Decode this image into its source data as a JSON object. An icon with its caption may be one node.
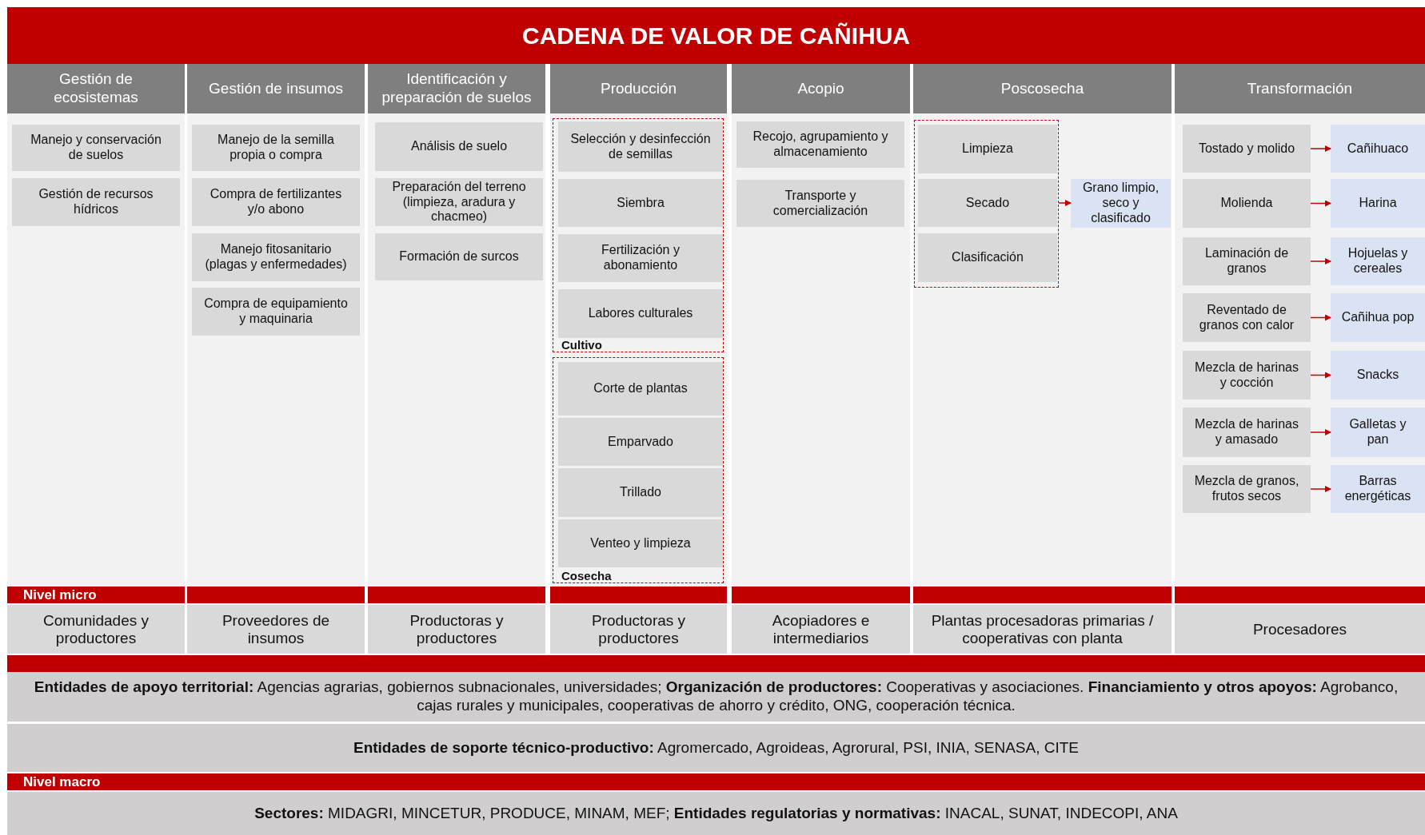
{
  "diagram": {
    "title": "CADENA DE VALOR DE CAÑIHUA",
    "nodes": [
      {
        "text": [
          "Gestión de ecosistemas"
        ]
      },
      {
        "text": [
          "Manejo y conservación de suelos"
        ],
        "in": 0
      },
      {
        "text": [
          "Gestión de recursos hídricos"
        ],
        "in": 0
      },
      {
        "text": [
          "Gestión de insumos"
        ]
      },
      {
        "text": [
          "Manejo de la semilla propia o compra"
        ],
        "in": 3
      },
      {
        "text": [
          "Compra de fertilizantes y/o abono"
        ],
        "in": 3
      },
      {
        "text": [
          "Manejo fitosanitario (plagas y enfermedades)"
        ],
        "in": 3
      },
      {
        "text": [
          "Compra de equipamiento y maquinaria"
        ],
        "in": 3
      },
      {
        "text": [
          "Identificación y preparación de suelos"
        ]
      },
      {
        "text": [
          "Análisis de suelo"
        ],
        "in": 8
      },
      {
        "text": [
          "Preparación del terreno (limpieza, aradura y chacmeo)"
        ],
        "in": 8
      },
      {
        "text": [
          "Formación de surcos"
        ],
        "in": 8
      },
      {
        "text": [
          "Producción"
        ]
      },
      {
        "text": [
          "Cultivo"
        ],
        "in": 12
      },
      {
        "text": [
          "Selección y desinfección de semillas"
        ],
        "in": 13
      },
      {
        "text": [
          "Siembra"
        ],
        "in": 13
      },
      {
        "text": [
          "Fertilización y abonamiento"
        ],
        "in": 13
      },
      {
        "text": [
          "Labores culturales"
        ],
        "in": 13
      },
      {
        "text": [
          "Cosecha"
        ],
        "in": 12
      },
      {
        "text": [
          "Corte de plantas"
        ],
        "in": 18
      },
      {
        "text": [
          "Emparvado"
        ],
        "in": 18
      },
      {
        "text": [
          "Trillado"
        ],
        "in": 18
      },
      {
        "text": [
          "Venteo y limpieza"
        ],
        "in": 18
      },
      {
        "text": [
          "Acopio"
        ]
      },
      {
        "text": [
          "Recojo, agrupamiento y almacenamiento"
        ],
        "in": 23
      },
      {
        "text": [
          "Transporte y comercialización"
        ],
        "in": 23
      },
      {
        "text": [
          "Poscosecha"
        ]
      },
      {
        "text": [],
        "shape": "box",
        "in": 26
      },
      {
        "text": [
          "Limpieza"
        ],
        "in": 27
      },
      {
        "text": [
          "Secado"
        ],
        "in": 27
      },
      {
        "text": [
          "Clasificación"
        ],
        "in": 27
      },
      {
        "text": [
          "Grano limpio, seco y clasificado"
        ],
        "in": 26
      },
      {
        "text": [
          "Transformación"
        ]
      },
      {
        "text": [
          "Tostado y molido"
        ],
        "in": 32
      },
      {
        "text": [
          "Cañihuaco"
        ],
        "in": 32
      },
      {
        "text": [
          "Molienda"
        ],
        "in": 32
      },
      {
        "text": [
          "Harina"
        ],
        "in": 32
      },
      {
        "text": [
          "Laminación de granos"
        ],
        "in": 32
      },
      {
        "text": [
          "Hojuelas y cereales"
        ],
        "in": 32
      },
      {
        "text": [
          "Reventado de granos con calor"
        ],
        "in": 32
      },
      {
        "text": [
          "Cañihua pop"
        ],
        "in": 32
      },
      {
        "text": [
          "Mezcla de harinas y cocción"
        ],
        "in": 32
      },
      {
        "text": [
          "Snacks"
        ],
        "in": 32
      },
      {
        "text": [
          "Mezcla de harinas y amasado"
        ],
        "in": 32
      },
      {
        "text": [
          "Galletas y pan"
        ],
        "in": 32
      },
      {
        "text": [
          "Mezcla de granos, frutos secos"
        ],
        "in": 32
      },
      {
        "text": [
          "Barras energéticas"
        ],
        "in": 32
      },
      {
        "text": [
          "Comunidades y productores"
        ]
      },
      {
        "text": [
          "Proveedores de insumos"
        ]
      },
      {
        "text": [
          "Productoras y productores"
        ]
      },
      {
        "text": [
          "Productoras y productores"
        ]
      },
      {
        "text": [
          "Acopiadores e intermediarios"
        ]
      },
      {
        "text": [
          "Plantas procesadoras primarias / cooperativas con planta"
        ]
      },
      {
        "text": [
          "Procesadores"
        ]
      },
      {
        "text": [
          "**Entidades de apoyo territorial:** Agencias agrarias, gobiernos subnacionales, universidades; **Organización de productores:** Cooperativas y asociaciones. **Financiamiento y otros apoyos:** Agrobanco, cajas rurales y municipales, cooperativas de ahorro y crédito, ONG, cooperación técnica."
        ]
      },
      {
        "text": [
          "**Entidades de soporte técnico-productivo:** Agromercado, Agroideas, Agrorural, PSI, INIA, SENASA, CITE"
        ]
      },
      {
        "text": [
          "**Sectores:** MIDAGRI, MINCETUR, PRODUCE, MINAM, MEF; **Entidades regulatorias y normativas:** INACAL, SUNAT, INDECOPI, ANA"
        ]
      },
      {
        "text": [
          "Nivel micro"
        ]
      },
      {
        "text": [],
        "shape": "bar"
      },
      {
        "text": [],
        "shape": "bar"
      },
      {
        "text": [],
        "shape": "bar"
      },
      {
        "text": [],
        "shape": "bar"
      },
      {
        "text": [],
        "shape": "bar"
      },
      {
        "text": [],
        "shape": "bar"
      },
      {
        "text": [],
        "shape": "bar"
      },
      {
        "text": [
          "Nivel macro"
        ]
      }
    ],
    "edges": [
      {
        "from": 29,
        "to": 31,
        "arrow": "to"
      },
      {
        "from": 33,
        "to": 34,
        "arrow": "to"
      },
      {
        "from": 35,
        "to": 36,
        "arrow": "to"
      },
      {
        "from": 37,
        "to": 38,
        "arrow": "to"
      },
      {
        "from": 39,
        "to": 40,
        "arrow": "to"
      },
      {
        "from": 41,
        "to": 42,
        "arrow": "to"
      },
      {
        "from": 43,
        "to": 44,
        "arrow": "to"
      },
      {
        "from": 45,
        "to": 46,
        "arrow": "to"
      }
    ]
  }
}
